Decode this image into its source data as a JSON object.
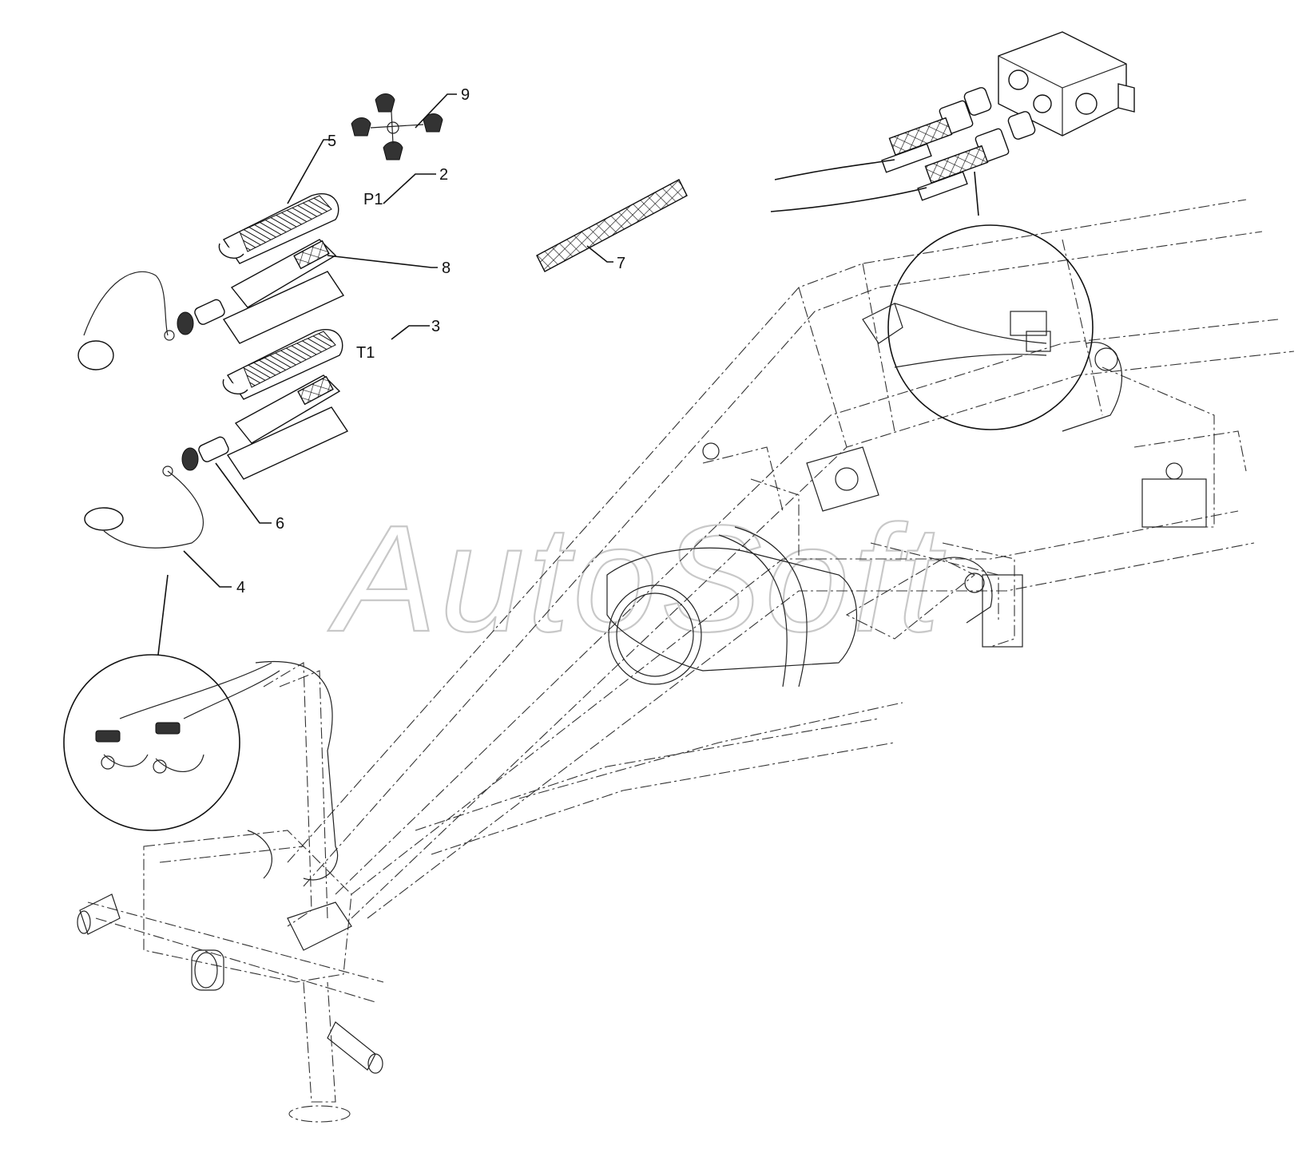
{
  "watermark": "AutoSoft",
  "callouts": [
    {
      "id": "c1",
      "text": "9"
    },
    {
      "id": "c2",
      "text": "5"
    },
    {
      "id": "c3",
      "text": "2"
    },
    {
      "id": "c4",
      "text": "P1"
    },
    {
      "id": "c5",
      "text": "8"
    },
    {
      "id": "c6",
      "text": "7"
    },
    {
      "id": "c7",
      "text": "3"
    },
    {
      "id": "c8",
      "text": "T1"
    },
    {
      "id": "c9",
      "text": "6"
    },
    {
      "id": "c10",
      "text": "4"
    }
  ],
  "colors": {
    "line": "#111111",
    "frame": "#333333",
    "watermark": "#c8c8c8",
    "background": "#ffffff"
  }
}
